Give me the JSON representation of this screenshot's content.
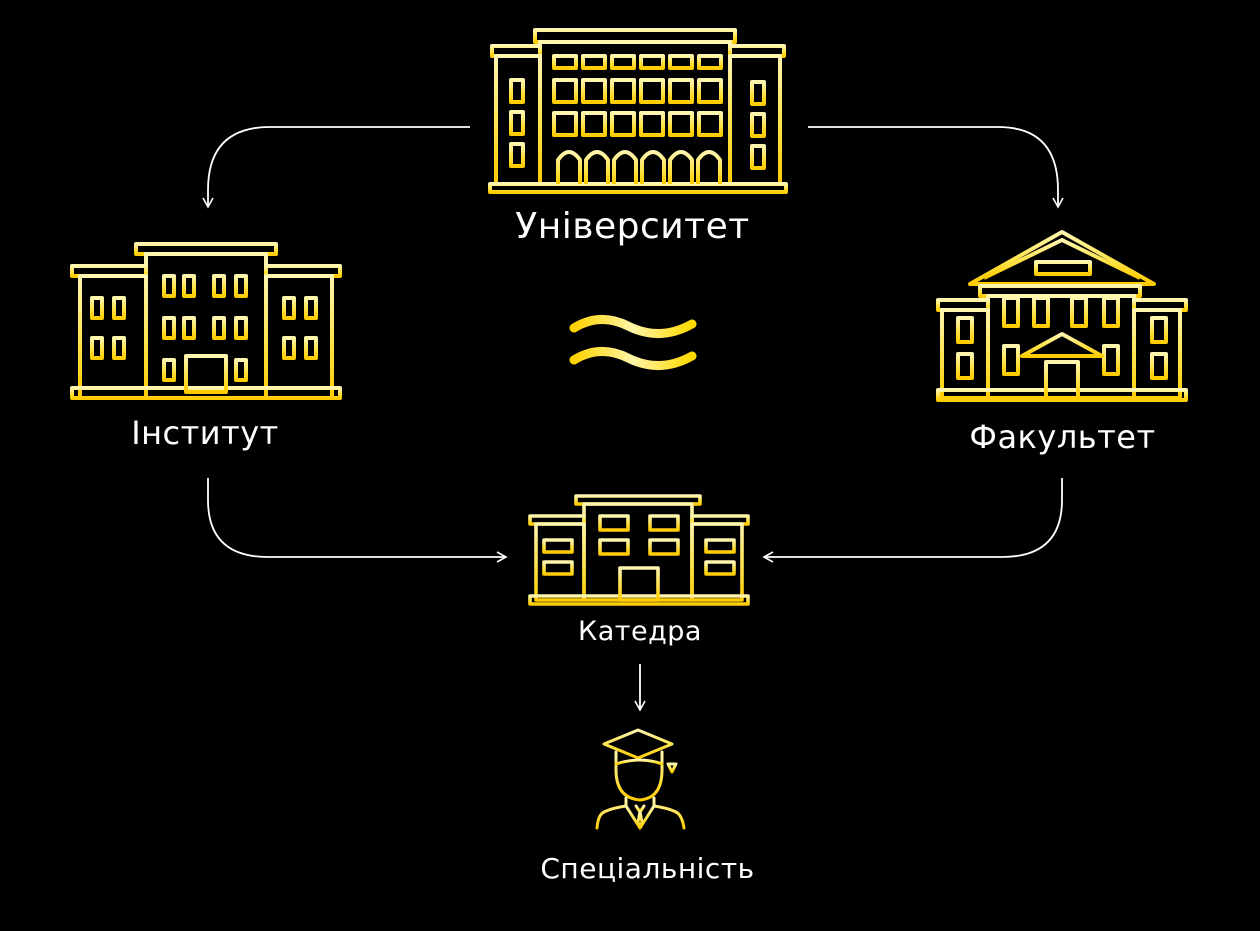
{
  "diagram": {
    "nodes": {
      "university": {
        "label": "Університет",
        "icon": "university-building-icon"
      },
      "institute": {
        "label": "Інститут",
        "icon": "institute-building-icon"
      },
      "faculty": {
        "label": "Факультет",
        "icon": "faculty-building-icon"
      },
      "department": {
        "label": "Катедра",
        "icon": "department-building-icon"
      },
      "specialty": {
        "label": "Спеціальність",
        "icon": "graduate-icon"
      }
    },
    "equivalence_symbol": "≈",
    "colors": {
      "background": "#000000",
      "icon_light": "#fff3a0",
      "icon_dark": "#ffd400",
      "line": "#ffffff"
    }
  }
}
